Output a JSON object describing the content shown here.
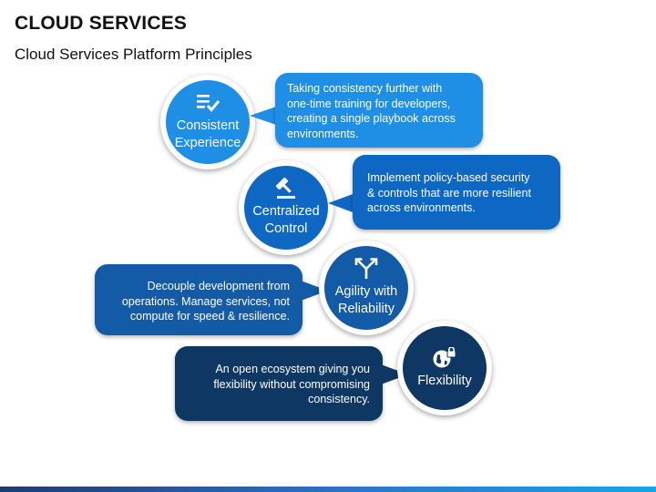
{
  "header": {
    "title": "CLOUD SERVICES",
    "subtitle": "Cloud Services Platform Principles"
  },
  "principles": [
    {
      "label": "Consistent\nExperience",
      "icon": "checklist-icon",
      "color": "#1f8fe5",
      "description": "Taking consistency further with\none-time training for developers,\ncreating a single playbook across\nenvironments."
    },
    {
      "label": "Centralized\nControl",
      "icon": "gavel-icon",
      "color": "#0f67c4",
      "description": "Implement policy-based security\n& controls that are more resilient\nacross environments."
    },
    {
      "label": "Agility with\nReliability",
      "icon": "split-arrow-icon",
      "color": "#135ba7",
      "description": "Decouple development from\noperations. Manage services, not\ncompute for speed & resilience."
    },
    {
      "label": "Flexibility",
      "icon": "globe-lock-icon",
      "color": "#0e3763",
      "description": "An open ecosystem giving you\nflexibility without compromising\nconsistency."
    }
  ]
}
